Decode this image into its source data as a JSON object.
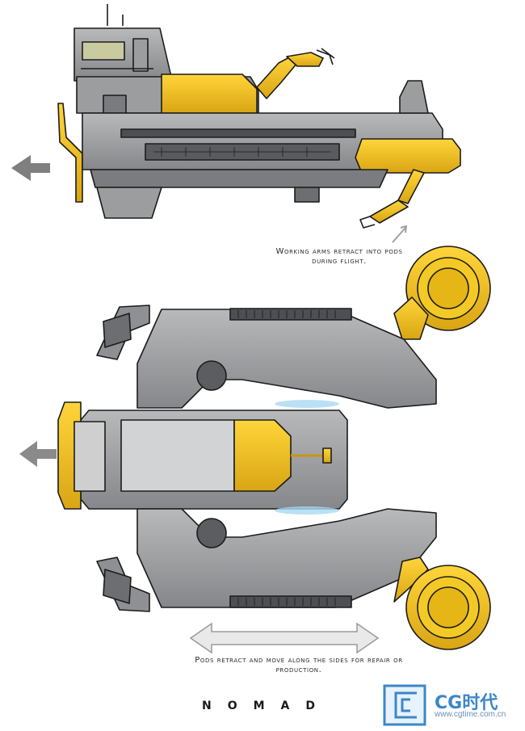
{
  "captions": {
    "working_arms": "Working arms retract into pods during flight.",
    "pods": "Pods retract and move along the sides for repair or production."
  },
  "title": "NOMAD",
  "watermark": {
    "brand": "CG时代",
    "url": "www.cgtime.com.cn"
  },
  "colors": {
    "hull_gray": "#8f9093",
    "hull_light": "#b3b4b6",
    "hull_dark": "#5c5d60",
    "accent_yellow": "#f2c21b",
    "accent_dark_yellow": "#c9970e",
    "outline": "#1c1c1c",
    "arrow_gray": "#7f7f7f",
    "glow_blue": "#a9d8f2",
    "watermark_blue": "#3c87c9"
  },
  "icons": [
    "direction-arrow-left",
    "direction-arrow-left-small",
    "retract-arrow-double",
    "callout-arrow"
  ]
}
